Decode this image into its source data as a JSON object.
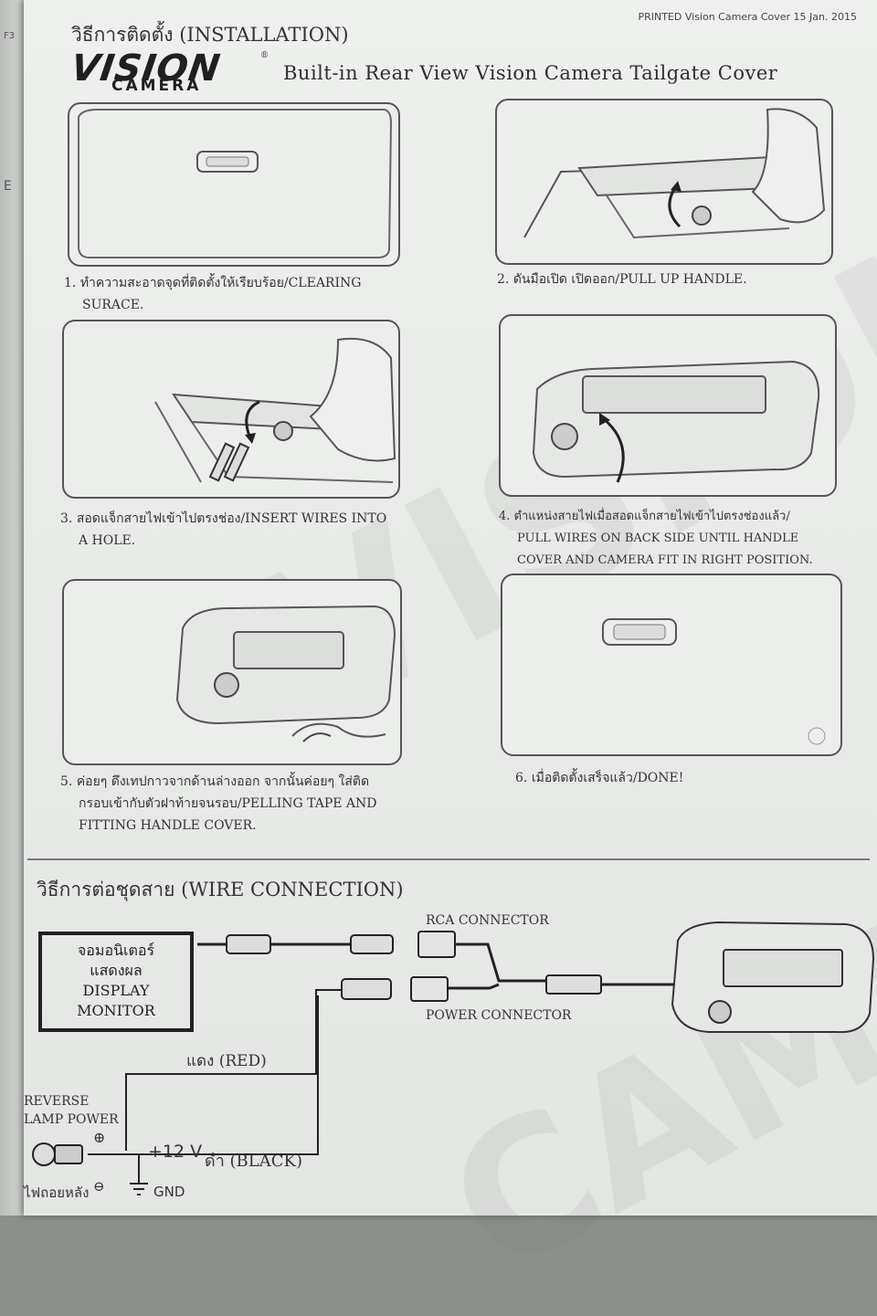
{
  "header": {
    "printed_note": "PRINTED Vision Camera Cover   15 Jan. 2015",
    "title": "วิธีการติดตั้ง (INSTALLATION)",
    "logo_main": "VISION",
    "logo_sub": "CAMERA",
    "logo_mark": "®",
    "doc_title": "Built-in Rear View Vision Camera Tailgate Cover"
  },
  "watermark": {
    "text": "VISION",
    "sub": "CAMERA"
  },
  "edge_keys": [
    "F3",
    "E"
  ],
  "steps": [
    {
      "num": "1.",
      "line1": "ทำความสะอาดจุดที่ติดตั้งให้เรียบร้อย/CLEARING",
      "line2": "SURACE."
    },
    {
      "num": "2.",
      "line1": "ดันมือเปิด เปิดออก/PULL UP HANDLE.",
      "line2": ""
    },
    {
      "num": "3.",
      "line1": "สอดแจ็กสายไฟเข้าไปตรงช่อง/INSERT WIRES INTO",
      "line2": "A HOLE."
    },
    {
      "num": "4.",
      "line1": "ตำแหน่งสายไฟเมื่อสอดแจ็กสายไฟเข้าไปตรงช่องแล้ว/",
      "line2": "PULL WIRES ON BACK SIDE UNTIL HANDLE",
      "line3": "COVER AND CAMERA FIT IN RIGHT POSITION."
    },
    {
      "num": "5.",
      "line1": "ค่อยๆ ดึงเทปกาวจากด้านล่างออก จากนั้นค่อยๆ ใส่ติด",
      "line2": "กรอบเข้ากับตัวฝาท้ายจนรอบ/PELLING TAPE AND",
      "line3": "FITTING HANDLE COVER."
    },
    {
      "num": "6.",
      "line1": "เมื่อติดตั้งเสร็จแล้ว/DONE!",
      "line2": ""
    }
  ],
  "wiring": {
    "title": "วิธีการต่อชุดสาย (WIRE CONNECTION)",
    "monitor_th1": "จอมอนิเตอร์",
    "monitor_th2": "แสดงผล",
    "monitor_en1": "DISPLAY",
    "monitor_en2": "MONITOR",
    "rca": "RCA CONNECTOR",
    "power": "POWER CONNECTOR",
    "red": "แดง (RED)",
    "black": "ดำ (BLACK)",
    "reverse1": "REVERSE",
    "reverse2": "LAMP POWER",
    "plus12": "+12 V",
    "plus_sign": "⊕",
    "minus_sign": "⊖",
    "gnd": "GND",
    "backlight": "ไฟถอยหลัง"
  }
}
